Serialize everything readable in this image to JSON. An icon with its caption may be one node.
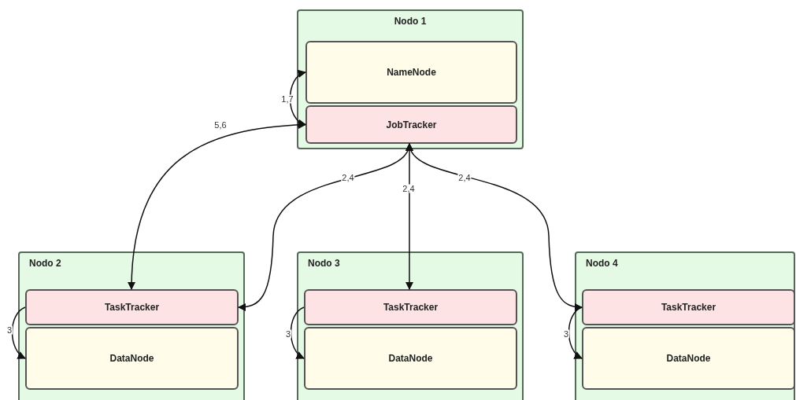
{
  "diagram": {
    "nodes": [
      {
        "text": [
          "Nodo 1"
        ]
      },
      {
        "text": [
          "NameNode"
        ],
        "in": 0
      },
      {
        "text": [
          "JobTracker"
        ],
        "in": 0
      },
      {
        "text": [
          "Nodo 2"
        ]
      },
      {
        "text": [
          "TaskTracker"
        ],
        "in": 3
      },
      {
        "text": [
          "DataNode"
        ],
        "in": 3
      },
      {
        "text": [
          "Nodo 3"
        ]
      },
      {
        "text": [
          "TaskTracker"
        ],
        "in": 6
      },
      {
        "text": [
          "DataNode"
        ],
        "in": 6
      },
      {
        "text": [
          "Nodo 4"
        ]
      },
      {
        "text": [
          "TaskTracker"
        ],
        "in": 9
      },
      {
        "text": [
          "DataNode"
        ],
        "in": 9
      }
    ],
    "edges": [
      {
        "from": 2,
        "to": 1,
        "arrow": "both",
        "label": "1,7"
      },
      {
        "from": 2,
        "to": 4,
        "arrow": "both",
        "label": "5,6"
      },
      {
        "from": 2,
        "to": 4,
        "arrow": "both",
        "label": "2,4"
      },
      {
        "from": 2,
        "to": 7,
        "arrow": "both",
        "label": "2,4"
      },
      {
        "from": 2,
        "to": 10,
        "arrow": "both",
        "label": "2,4"
      },
      {
        "from": 4,
        "to": 5,
        "arrow": "to",
        "label": "3"
      },
      {
        "from": 7,
        "to": 8,
        "arrow": "to",
        "label": "3"
      },
      {
        "from": 10,
        "to": 11,
        "arrow": "to",
        "label": "3"
      }
    ]
  }
}
